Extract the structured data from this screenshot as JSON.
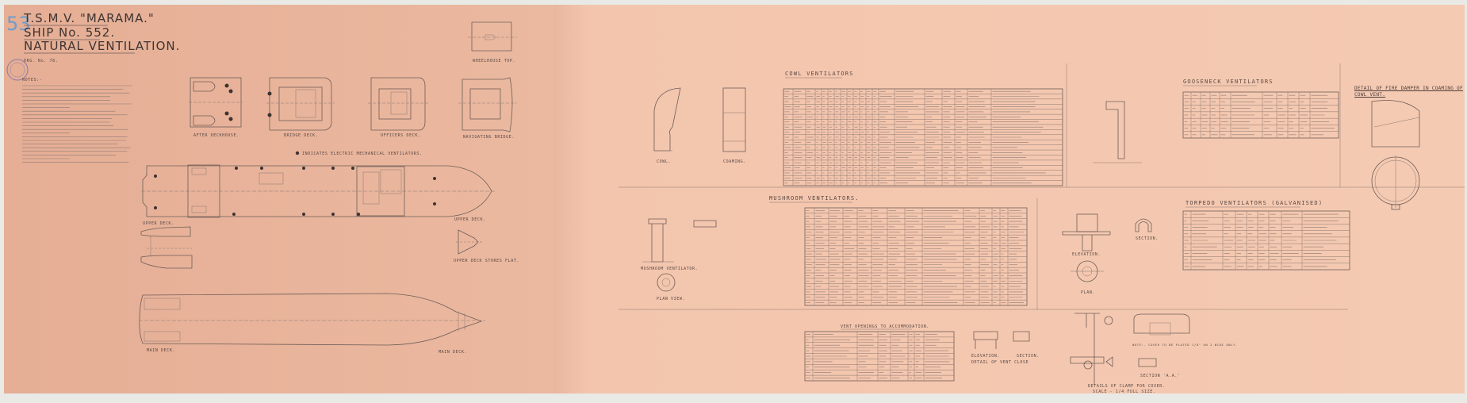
{
  "title_block": {
    "vessel": "T.S.M.V. \"MARAMA.\"",
    "ship_no": "SHIP No. 552.",
    "drawing_title": "NATURAL VENTILATION.",
    "drg_no": "DRG. No. 78.",
    "notes_heading": "NOTES:-"
  },
  "plans": {
    "after_deckhouse": "AFTER DECKHOUSE.",
    "bridge_deck": "BRIDGE DECK.",
    "officers_deck": "OFFICERS DECK.",
    "navigating_bridge": "NAVIGATING BRIDGE.",
    "wheelhouse_top": "WHEELHOUSE TOP.",
    "legend_note": "INDICATES ELECTRIC MECHANICAL VENTILATORS.",
    "upper_deck_aft": "UPPER DECK.",
    "upper_deck_fwd": "UPPER DECK.",
    "upper_deck_stores_flat": "UPPER DECK STORES FLAT.",
    "main_deck_aft": "MAIN DECK.",
    "main_deck_fwd": "MAIN DECK."
  },
  "sections": {
    "cowl": {
      "heading": "COWL VENTILATORS",
      "views": [
        "COWL.",
        "COAMING."
      ]
    },
    "gooseneck": {
      "heading": "GOOSENECK VENTILATORS"
    },
    "mushroom": {
      "heading": "MUSHROOM VENTILATORS.",
      "views": [
        "MUSHROOM VENTILATOR.",
        "PLAN VIEW."
      ]
    },
    "torpedo": {
      "heading": "TORPEDO VENTILATORS (GALVANISED)",
      "views": [
        "ELEVATION.",
        "PLAN.",
        "SECTION."
      ]
    },
    "vent_openings": {
      "heading": "VENT OPENINGS TO ACCOMMODATION."
    },
    "fire_damper": {
      "heading": "DETAIL OF FIRE DAMPER IN COAMING OF COWL VENT."
    },
    "clamp": {
      "heading": "DETAILS OF CLAMP FOR COVER.",
      "scale": "SCALE - 1/4 FULL SIZE.",
      "section": "SECTION 'A.A.'"
    },
    "cover_note": "NOTE:- COVER TO BE PLATED 1/8\" ON 2 WIDE ONLY.",
    "vent_detail": {
      "views": [
        "ELEVATION.",
        "SECTION."
      ],
      "note": "DETAIL OF VENT CLOSE"
    }
  },
  "colors": {
    "paper_left": "#e7b39a",
    "paper_right": "#f4c8b0",
    "ink": "#6f5d58",
    "title_ink": "#3e3432",
    "stamp": "#5f8fc0"
  }
}
